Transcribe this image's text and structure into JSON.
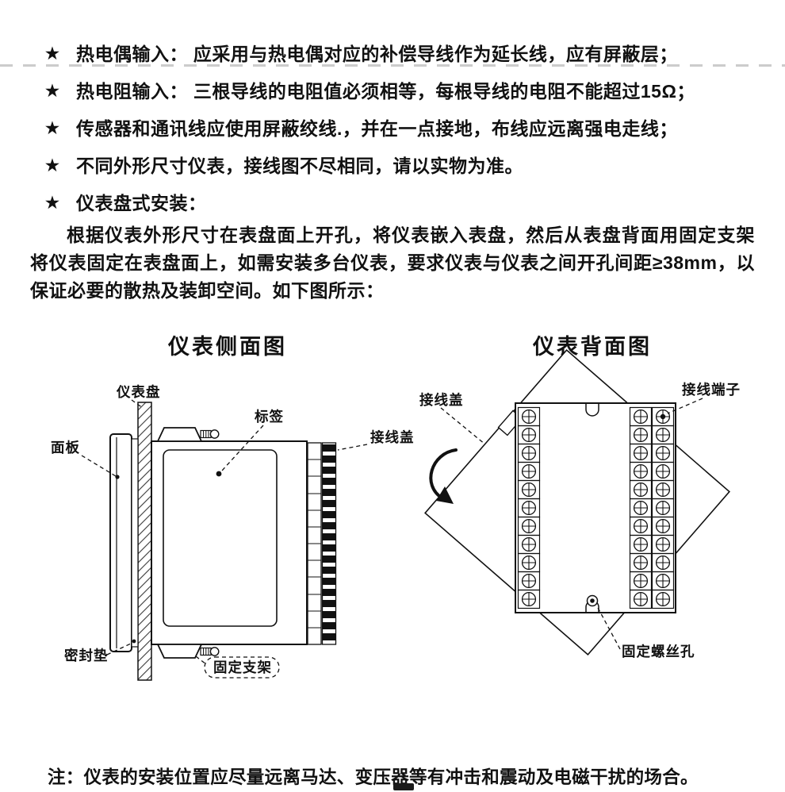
{
  "page": {
    "star": "★",
    "bullets": [
      "热电偶输入： 应采用与热电偶对应的补偿导线作为延长线，应有屏蔽层；",
      "热电阻输入： 三根导线的电阻值必须相等，每根导线的电阻不能超过15Ω；",
      "传感器和通讯线应使用屏蔽绞线.，并在一点接地，布线应远离强电走线；",
      "不同外形尺寸仪表，接线图不尽相同，请以实物为准。"
    ],
    "section_heading": "仪表盘式安装：",
    "paragraph": "根据仪表外形尺寸在表盘面上开孔，将仪表嵌入表盘，然后从表盘背面用固定支架将仪表固定在表盘面上，如需安装多台仪表，要求仪表与仪表之间开孔间距≥38mm，以保证必要的散热及装卸空间。如下图所示：",
    "note": "注：仪表的安装位置应尽量远离马达、变压器等有冲击和震动及电磁干扰的场合。",
    "diagrams": {
      "side": {
        "title": "仪表侧面图",
        "labels": {
          "panel": "仪表盘",
          "front_panel": "面板",
          "tag": "标签",
          "wiring_cover": "接线盖",
          "seal_gasket": "密封垫",
          "bracket": "固定支架"
        }
      },
      "back": {
        "title": "仪表背面图",
        "labels": {
          "wiring_cover": "接线盖",
          "terminal": "接线端子",
          "screw_hole": "固定螺丝孔"
        }
      }
    },
    "ink_color": "#111111"
  }
}
